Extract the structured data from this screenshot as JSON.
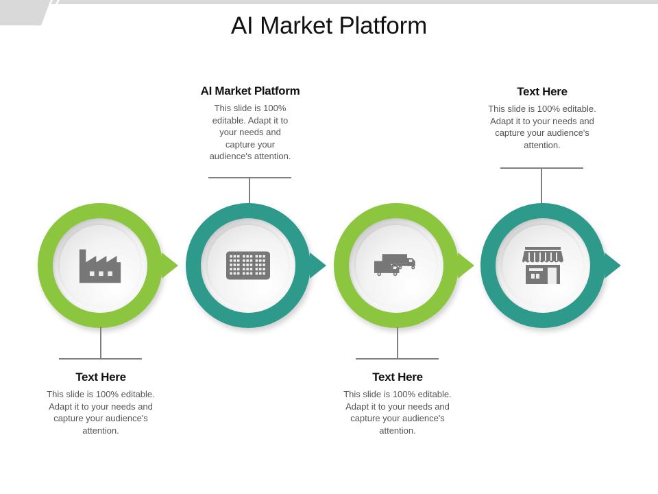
{
  "slide": {
    "title": "AI Market Platform"
  },
  "colors": {
    "green": "#8cc63f",
    "teal": "#2e9a8c",
    "icon_gray": "#777777",
    "connector_gray": "#7f7f7f",
    "decoration_gray": "#d9d9d9"
  },
  "steps": [
    {
      "color": "green",
      "icon": "factory-icon",
      "text_position": "below",
      "heading": "Text Here",
      "body": "This slide is 100% editable. Adapt it to your needs and capture your audience's attention."
    },
    {
      "color": "teal",
      "icon": "keyboard-grid-icon",
      "text_position": "above",
      "heading": "AI Market Platform",
      "body": "This slide is 100% editable. Adapt it to your needs and capture your audience's attention."
    },
    {
      "color": "green",
      "icon": "trucks-icon",
      "text_position": "below",
      "heading": "Text Here",
      "body": "This slide is 100% editable. Adapt it to your needs and capture your audience's attention."
    },
    {
      "color": "teal",
      "icon": "storefront-icon",
      "text_position": "above",
      "heading": "Text Here",
      "body": "This slide is 100% editable. Adapt it to your needs and capture your audience's attention."
    }
  ]
}
